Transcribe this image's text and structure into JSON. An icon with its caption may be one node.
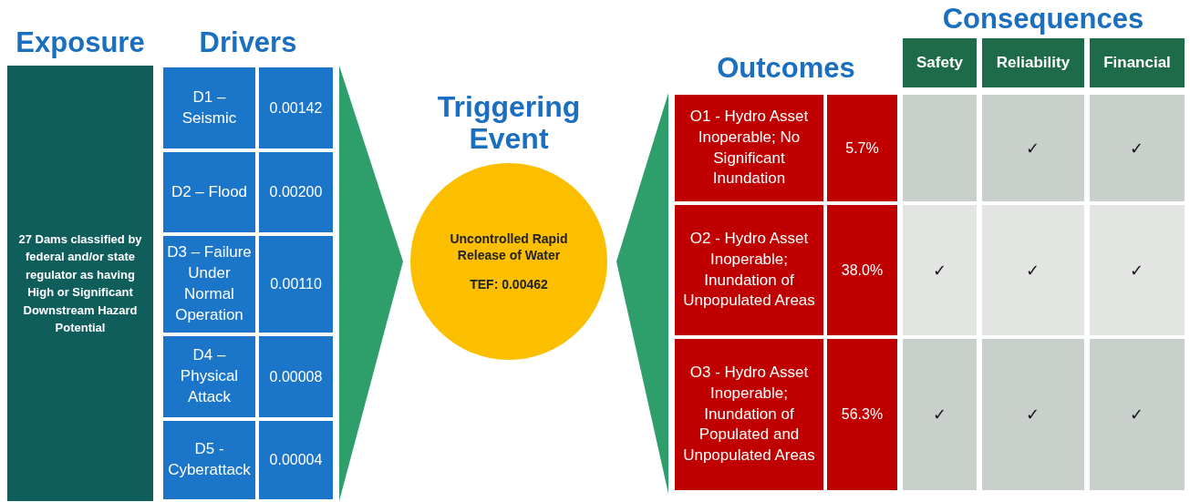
{
  "diagram": {
    "nodes": [
      {
        "text": [
          "Exposure",
          "27 Dams classified by federal and/or state regulator as having High or Significant Downstream Hazard Potential"
        ]
      },
      {
        "text": [
          "Drivers"
        ]
      },
      {
        "text": [
          "D1 – Seismic",
          "0.00142"
        ],
        "in": 1
      },
      {
        "text": [
          "D2 – Flood",
          "0.00200"
        ],
        "in": 1
      },
      {
        "text": [
          "D3 – Failure Under Normal Operation",
          "0.00110"
        ],
        "in": 1
      },
      {
        "text": [
          "D4 – Physical Attack",
          "0.00008"
        ],
        "in": 1
      },
      {
        "text": [
          "D5 - Cyberattack",
          "0.00004"
        ],
        "in": 1
      },
      {
        "text": [
          "Triggering Event",
          "Uncontrolled Rapid Release of Water",
          "TEF: 0.00462"
        ]
      },
      {
        "text": [
          "Outcomes"
        ]
      },
      {
        "text": [
          "O1 - Hydro Asset Inoperable; No Significant Inundation",
          "5.7%"
        ],
        "in": 8
      },
      {
        "text": [
          "O2 - Hydro Asset Inoperable; Inundation of Unpopulated Areas",
          "38.0%"
        ],
        "in": 8
      },
      {
        "text": [
          "O3 - Hydro Asset Inoperable; Inundation of Populated and Unpopulated Areas",
          "56.3%"
        ],
        "in": 8
      }
    ],
    "edges": [
      {
        "from": 1,
        "to": 7,
        "arrow": "to"
      },
      {
        "from": 7,
        "to": 8,
        "arrow": "none"
      }
    ],
    "labels": [
      "Consequences",
      "Safety",
      "Reliability",
      "Financial",
      "✓",
      "✓",
      "✓",
      "✓",
      "✓",
      "✓",
      "✓",
      "✓"
    ]
  }
}
